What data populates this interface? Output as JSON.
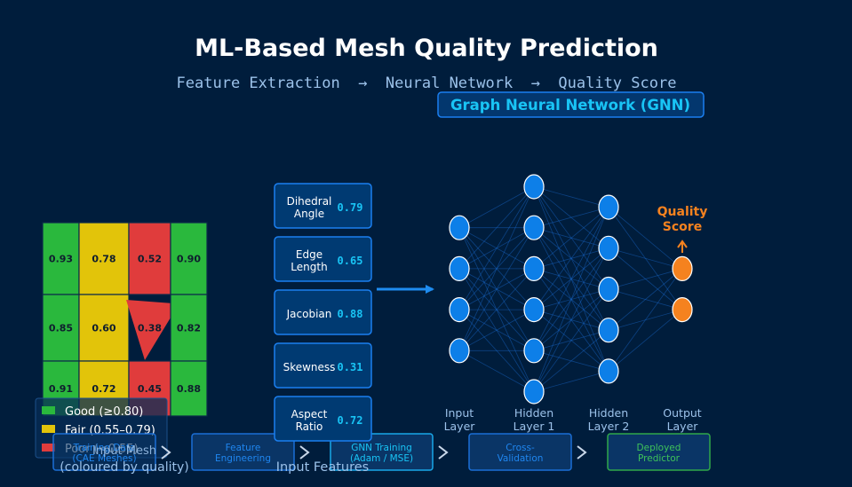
{
  "title": "ML-Based Mesh Quality Prediction",
  "subtitle": "Feature Extraction  →  Neural Network  →  Quality Score",
  "gnn_label": "Graph Neural Network (GNN)",
  "mesh": {
    "caption_line1": "Input Mesh",
    "caption_line2": "(coloured by quality)",
    "cells": [
      {
        "value": "0.93",
        "grade": "good"
      },
      {
        "value": "0.78",
        "grade": "fair"
      },
      {
        "value": "0.52",
        "grade": "poor"
      },
      {
        "value": "0.90",
        "grade": "good"
      },
      {
        "value": "0.85",
        "grade": "good"
      },
      {
        "value": "0.60",
        "grade": "fair"
      },
      {
        "value": "0.38",
        "grade": "poor"
      },
      {
        "value": "0.82",
        "grade": "good"
      },
      {
        "value": "0.91",
        "grade": "good"
      },
      {
        "value": "0.72",
        "grade": "fair"
      },
      {
        "value": "0.45",
        "grade": "poor"
      },
      {
        "value": "0.88",
        "grade": "good"
      }
    ]
  },
  "legend": [
    {
      "label": "Good  (≥0.80)",
      "grade": "good"
    },
    {
      "label": "Fair  (0.55–0.79)",
      "grade": "fair"
    },
    {
      "label": "Poor  (<0.55)",
      "grade": "poor"
    }
  ],
  "features": {
    "caption": "Input Features",
    "items": [
      {
        "name_line1": "Dihedral",
        "name_line2": "Angle",
        "value": "0.79"
      },
      {
        "name_line1": "Edge",
        "name_line2": "Length",
        "value": "0.65"
      },
      {
        "name_line1": "Jacobian",
        "name_line2": "",
        "value": "0.88"
      },
      {
        "name_line1": "Skewness",
        "name_line2": "",
        "value": "0.31"
      },
      {
        "name_line1": "Aspect",
        "name_line2": "Ratio",
        "value": "0.72"
      }
    ]
  },
  "network": {
    "layers": [
      {
        "label_line1": "Input",
        "label_line2": "Layer",
        "nodes": 4
      },
      {
        "label_line1": "Hidden",
        "label_line2": "Layer 1",
        "nodes": 6
      },
      {
        "label_line1": "Hidden",
        "label_line2": "Layer 2",
        "nodes": 5
      },
      {
        "label_line1": "Output",
        "label_line2": "Layer",
        "nodes": 2
      }
    ],
    "output_label_line1": "Quality",
    "output_label_line2": "Score"
  },
  "pipeline": [
    {
      "line1": "Training Data",
      "line2": "(CAE Meshes)",
      "status": "normal"
    },
    {
      "line1": "Feature",
      "line2": "Engineering",
      "status": "normal"
    },
    {
      "line1": "GNN Training",
      "line2": "(Adam / MSE)",
      "status": "active"
    },
    {
      "line1": "Cross-",
      "line2": "Validation",
      "status": "normal"
    },
    {
      "line1": "Deployed",
      "line2": "Predictor",
      "status": "done"
    }
  ],
  "colors": {
    "background": "#001d3c",
    "good": "#2ab83d",
    "fair": "#e2c40a",
    "poor": "#e03c3c",
    "node_blue": "#0d7fe8",
    "node_orange": "#f5821f",
    "accent_cyan": "#19c4f5",
    "success_green": "#3ec25a"
  }
}
